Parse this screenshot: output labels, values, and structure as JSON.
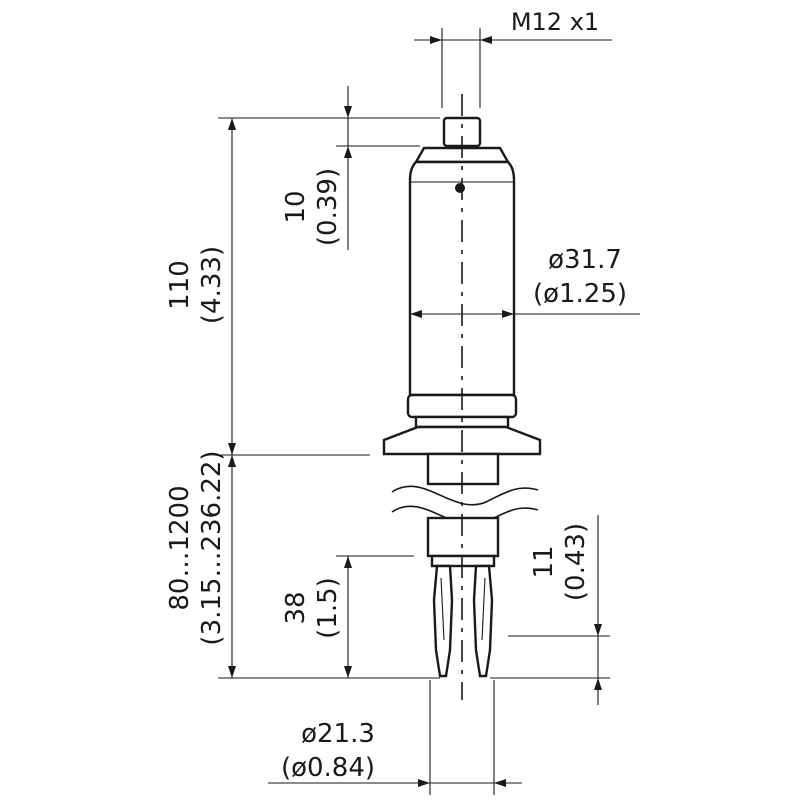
{
  "thread": "M12 x1",
  "dims": {
    "total_length_mm": "110",
    "total_length_in": "(4.33)",
    "head_mm": "10",
    "head_in": "(0.39)",
    "housing_diameter_mm": "ø31.7",
    "housing_diameter_in": "(ø1.25)",
    "probe_length_mm": "80…1200",
    "probe_length_in": "(3.15…236.22)",
    "fork_length_mm": "38",
    "fork_length_in": "(1.5)",
    "tip_mm": "11",
    "tip_in": "(0.43)",
    "fork_diameter_mm": "ø21.3",
    "fork_diameter_in": "(ø0.84)"
  }
}
